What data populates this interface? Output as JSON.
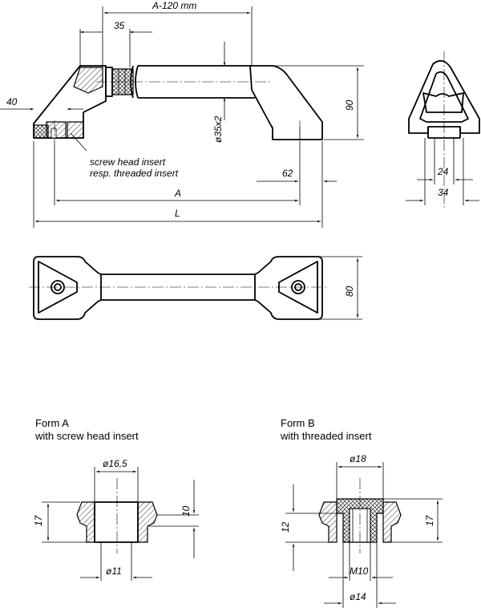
{
  "dimensions": {
    "a_minus_120": "A-120 mm",
    "d35": "35",
    "d40": "40",
    "d90": "90",
    "d62": "62",
    "tube": "ø35x2",
    "a": "A",
    "l": "L",
    "d24": "24",
    "d34": "34",
    "d80": "80"
  },
  "notes": {
    "line1": "screw head insert",
    "line2": "resp. threaded insert"
  },
  "form_a": {
    "title": "Form A",
    "subtitle": "with screw head insert",
    "d_top": "ø16,5",
    "d_bottom": "ø11",
    "h17": "17",
    "h10": "10"
  },
  "form_b": {
    "title": "Form B",
    "subtitle": "with threaded insert",
    "d_top": "ø18",
    "thread": "M10",
    "d_bottom": "ø14",
    "h12": "12",
    "h17": "17"
  }
}
